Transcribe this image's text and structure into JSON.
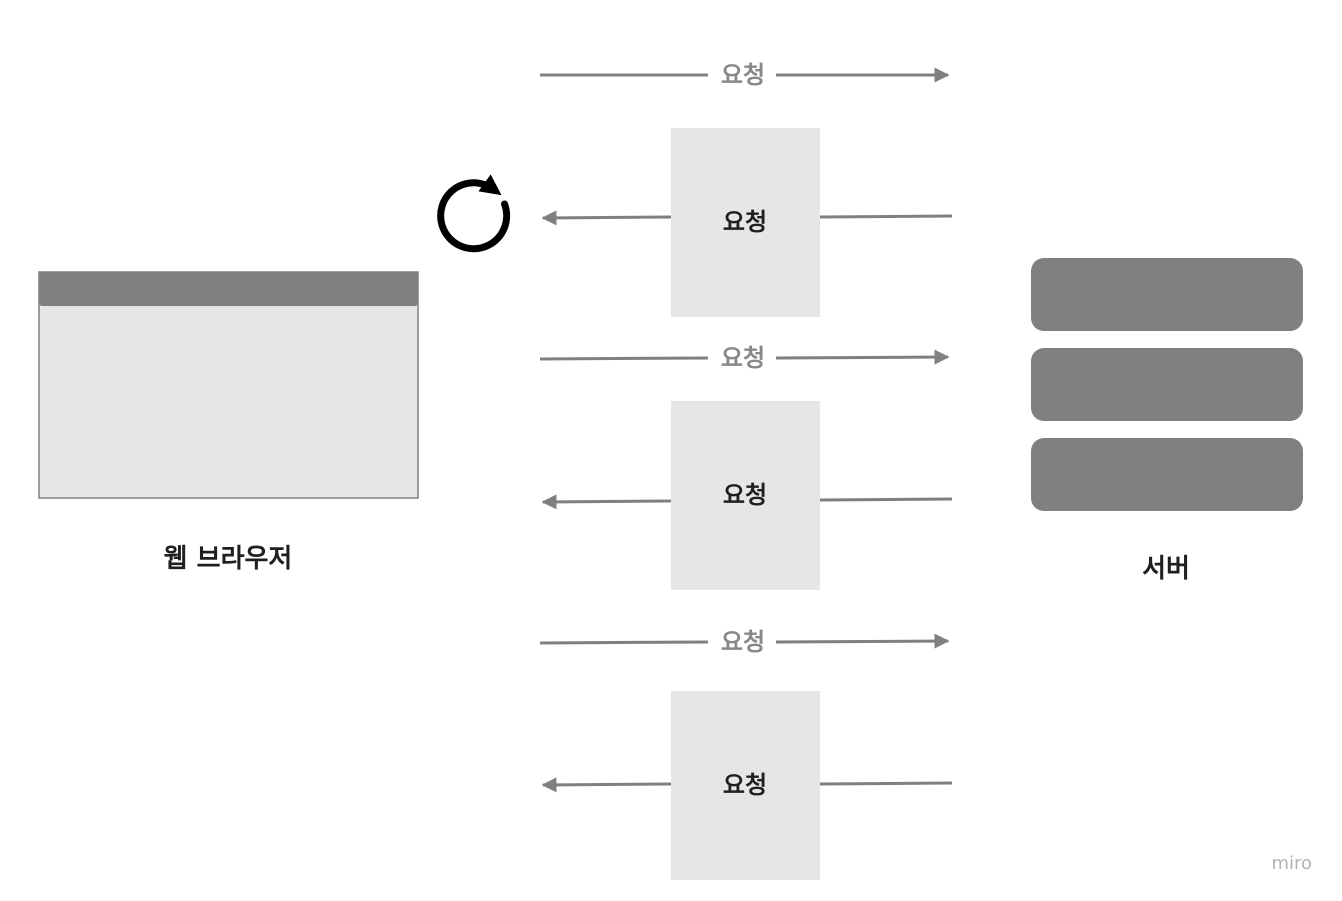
{
  "browser": {
    "caption": "웹 브라우저"
  },
  "server": {
    "caption": "서버"
  },
  "requests": [
    {
      "label": "요청"
    },
    {
      "label": "요청"
    },
    {
      "label": "요청"
    }
  ],
  "responses": [
    {
      "label": "요청"
    },
    {
      "label": "요청"
    },
    {
      "label": "요청"
    }
  ],
  "watermark": "miro",
  "colors": {
    "arrow": "#808080",
    "box_fill": "#e6e6e6",
    "browser_bar": "#808080",
    "server_block": "#808080",
    "refresh_icon": "#000000"
  }
}
